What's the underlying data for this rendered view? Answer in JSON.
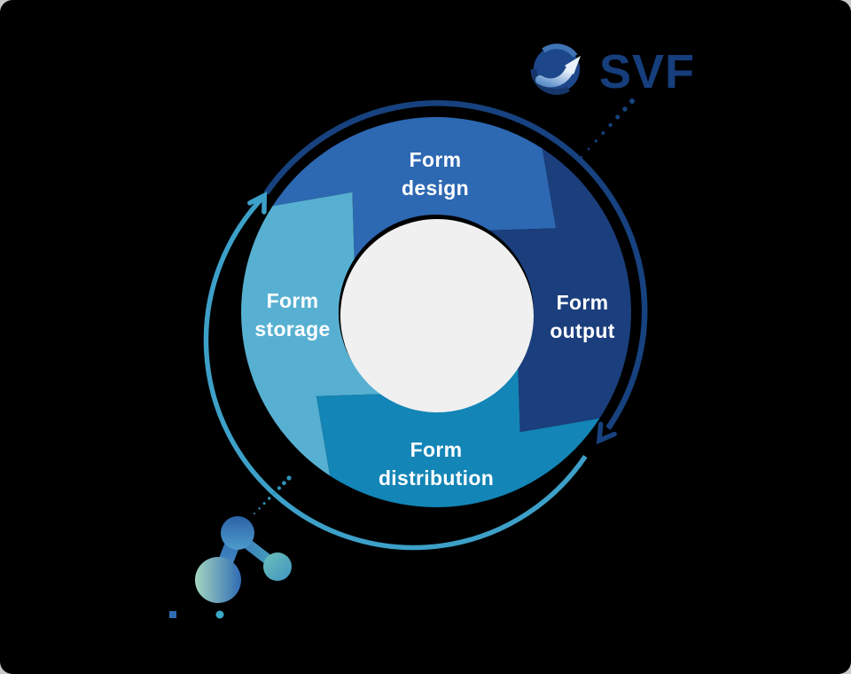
{
  "page": {
    "outer_background": "#c9c9c9",
    "canvas_background": "#000000"
  },
  "logo_svf": {
    "text": "SVF",
    "text_color": "#163e7d",
    "icon_name": "svf-globe-arrow-icon",
    "icon_colors": {
      "sphere": "#1d478a",
      "shadow": "#16366b",
      "highlight": "#3f74b5",
      "swoosh_light": "#e8f1fa",
      "swoosh_dark": "#5b8fc9"
    }
  },
  "cycle": {
    "direction": "clockwise",
    "center_disc_color": "#f0f0f1",
    "ring_arrows": {
      "dark_color": "#17427f",
      "light_color": "#3da0c8"
    },
    "segments": [
      {
        "id": "form-design",
        "line1": "Form",
        "line2": "design",
        "color": "#2d68b2",
        "position": "top"
      },
      {
        "id": "form-output",
        "line1": "Form",
        "line2": "output",
        "color": "#1b3e7d",
        "position": "right"
      },
      {
        "id": "form-distribution",
        "line1": "Form",
        "line2": "distribution",
        "color": "#1385b6",
        "position": "bottom"
      },
      {
        "id": "form-storage",
        "line1": "Form",
        "line2": "storage",
        "color": "#57b0d1",
        "position": "left"
      }
    ]
  },
  "connectors": [
    {
      "id": "svf-connector",
      "color": "#17427f"
    },
    {
      "id": "molecule-connector",
      "color": "#2f93b9"
    }
  ],
  "molecule_logo": {
    "name": "molecule-brand-logo",
    "blob_colors": [
      "#2b62a7",
      "#4e9ccb",
      "#a5d6c0",
      "#2f6cb3",
      "#6cc0bb",
      "#3f95c0"
    ],
    "square_dot_color": "#2f6cb3",
    "round_dot_color": "#3aa9c4"
  }
}
